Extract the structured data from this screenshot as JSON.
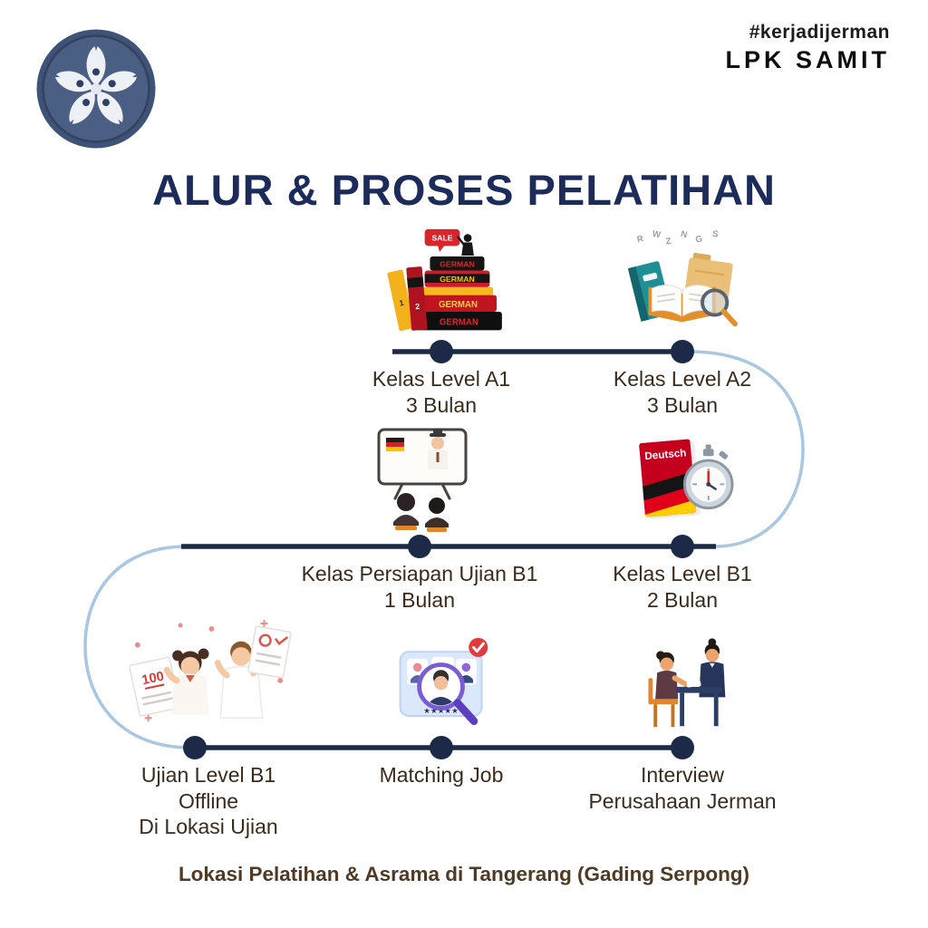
{
  "header": {
    "hashtag": "#kerjadijerman",
    "brand": "LPK SAMIT"
  },
  "title": "ALUR & PROSES PELATIHAN",
  "steps": [
    {
      "name": "kelas-level-a1",
      "lines": [
        "Kelas Level A1",
        "3 Bulan"
      ]
    },
    {
      "name": "kelas-level-a2",
      "lines": [
        "Kelas Level A2",
        "3 Bulan"
      ]
    },
    {
      "name": "kelas-persiapan-ujian-b1",
      "lines": [
        "Kelas Persiapan Ujian B1",
        "1 Bulan"
      ]
    },
    {
      "name": "kelas-level-b1",
      "lines": [
        "Kelas Level B1",
        "2 Bulan"
      ]
    },
    {
      "name": "ujian-level-b1",
      "lines": [
        "Ujian Level B1",
        "Offline",
        "Di Lokasi Ujian"
      ]
    },
    {
      "name": "matching-job",
      "lines": [
        "Matching Job"
      ]
    },
    {
      "name": "interview",
      "lines": [
        "Interview",
        "Perusahaan Jerman"
      ]
    }
  ],
  "icon_text": {
    "sale_tag": "SALE",
    "german_book": "GERMAN",
    "spine_1": "1",
    "spine_2": "2",
    "deutsch_book": "Deutsch",
    "exam_score": "100",
    "stars": "★★★★★",
    "letters": [
      "R",
      "W",
      "Z",
      "N",
      "G",
      "S"
    ]
  },
  "footer": "Lokasi Pelatihan & Asrama di Tangerang (Gading Serpong)",
  "colors": {
    "title": "#1c2b5a",
    "flow_line": "#1d2a47",
    "flow_curve": "#a9c6e2",
    "label_text": "#3a2b1c",
    "footer_text": "#4f3a26"
  }
}
